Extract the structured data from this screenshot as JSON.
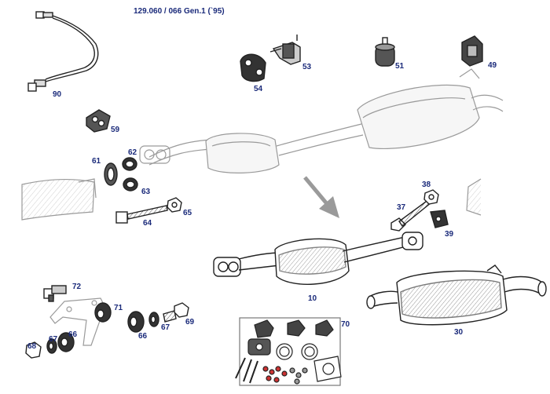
{
  "title": "129.060 / 066 Gen.1 (`95)",
  "colors": {
    "label": "#1a2a7a",
    "line": "#222222",
    "faint": "#9a9a9a",
    "arrow": "#9a9a9a"
  },
  "parts": [
    {
      "id": "p90",
      "label": "90",
      "icon": "oxygen-sensor"
    },
    {
      "id": "p59",
      "label": "59",
      "icon": "exhaust-gasket"
    },
    {
      "id": "p54",
      "label": "54",
      "icon": "rubber-hanger"
    },
    {
      "id": "p53",
      "label": "53",
      "icon": "mounting-bracket"
    },
    {
      "id": "p51",
      "label": "51",
      "icon": "rubber-mount"
    },
    {
      "id": "p49",
      "label": "49",
      "icon": "hanger-block"
    },
    {
      "id": "p61",
      "label": "61",
      "icon": "flange-gasket"
    },
    {
      "id": "p62",
      "label": "62",
      "icon": "ring"
    },
    {
      "id": "p63",
      "label": "63",
      "icon": "ring"
    },
    {
      "id": "p64",
      "label": "64",
      "icon": "bolt"
    },
    {
      "id": "p65",
      "label": "65",
      "icon": "nut"
    },
    {
      "id": "p37",
      "label": "37",
      "icon": "bolt"
    },
    {
      "id": "p38",
      "label": "38",
      "icon": "nut"
    },
    {
      "id": "p39",
      "label": "39",
      "icon": "triangle-gasket"
    },
    {
      "id": "p10",
      "label": "10",
      "icon": "front-muffler"
    },
    {
      "id": "p30",
      "label": "30",
      "icon": "rear-muffler"
    },
    {
      "id": "p72",
      "label": "72",
      "icon": "bracket"
    },
    {
      "id": "p71",
      "label": "71",
      "icon": "rubber-bushing"
    },
    {
      "id": "p66a",
      "label": "66",
      "icon": "rubber-bushing"
    },
    {
      "id": "p67a",
      "label": "67",
      "icon": "washer"
    },
    {
      "id": "p69",
      "label": "69",
      "icon": "bolt"
    },
    {
      "id": "p68",
      "label": "68",
      "icon": "nut"
    },
    {
      "id": "p67b",
      "label": "67",
      "icon": "washer"
    },
    {
      "id": "p66b",
      "label": "66",
      "icon": "rubber-bushing"
    },
    {
      "id": "p70",
      "label": "70",
      "icon": "mounting-kit"
    }
  ]
}
